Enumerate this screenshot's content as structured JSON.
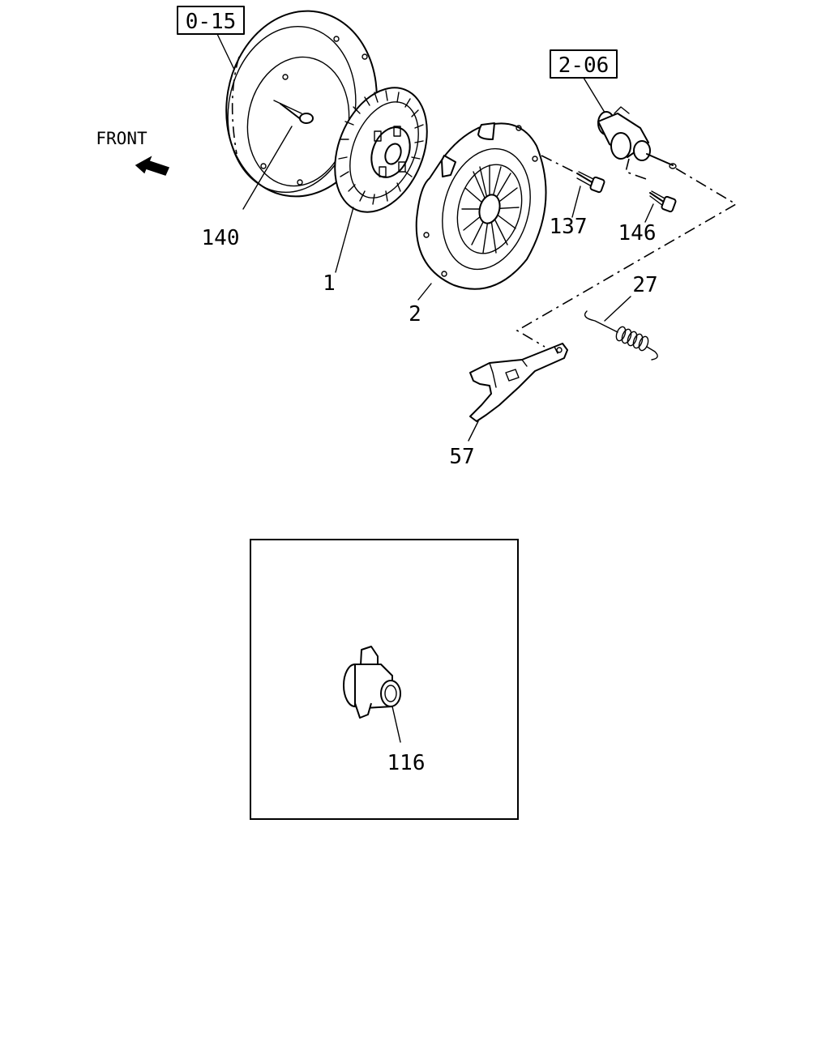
{
  "references": {
    "flywheel": "0-15",
    "slave_cylinder": "2-06"
  },
  "direction_label": "FRONT",
  "parts": {
    "clutch_disc": "1",
    "pressure_plate": "2",
    "spring": "27",
    "release_fork": "57",
    "release_bearing": "116",
    "bolt_137": "137",
    "pilot_bearing": "140",
    "bolt_146": "146"
  }
}
